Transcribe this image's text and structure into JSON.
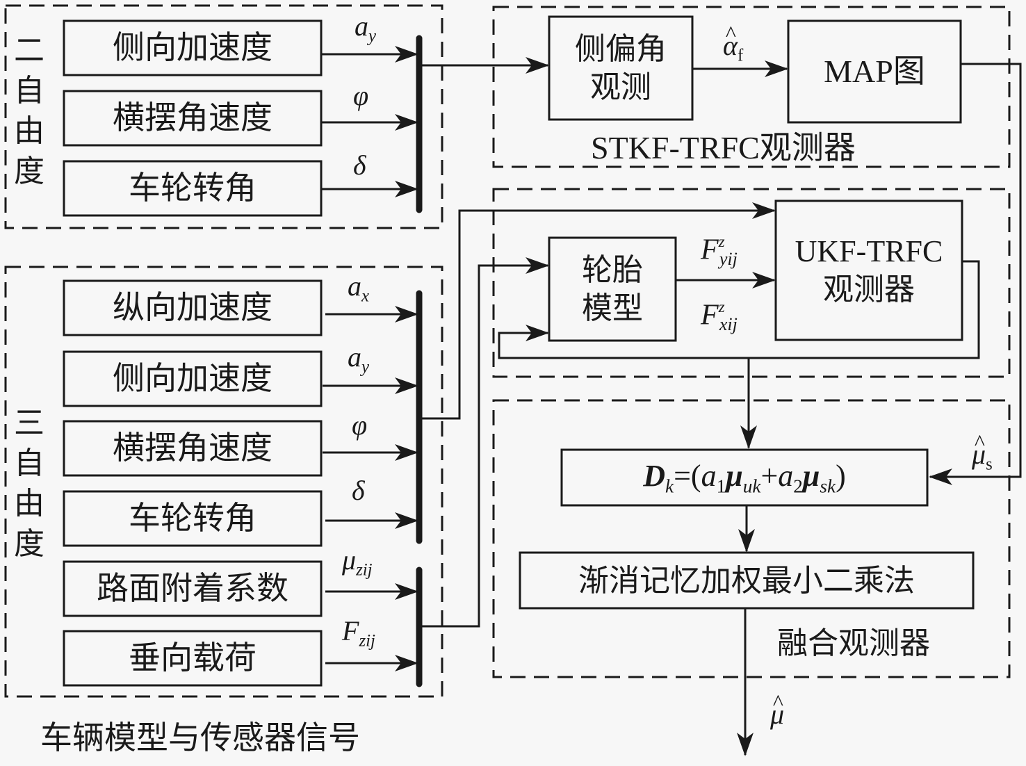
{
  "groups": {
    "two_dof": {
      "label_chars": [
        "二",
        "自",
        "由",
        "度"
      ]
    },
    "three_dof": {
      "label_chars": [
        "三",
        "自",
        "由",
        "度"
      ]
    },
    "vehicle_caption": "车辆模型与传感器信号",
    "stkf_caption": "STKF-TRFC观测器",
    "fusion_caption": "融合观测器"
  },
  "two_dof_blocks": [
    {
      "label": "侧向加速度",
      "signal": "a",
      "signal_sub": "y"
    },
    {
      "label": "横摆角速度",
      "signal": "φ",
      "signal_sub": ""
    },
    {
      "label": "车轮转角",
      "signal": "δ",
      "signal_sub": ""
    }
  ],
  "three_dof_blocks": [
    {
      "label": "纵向加速度",
      "signal": "a",
      "signal_sub": "x"
    },
    {
      "label": "侧向加速度",
      "signal": "a",
      "signal_sub": "y"
    },
    {
      "label": "横摆角速度",
      "signal": "φ",
      "signal_sub": ""
    },
    {
      "label": "车轮转角",
      "signal": "δ",
      "signal_sub": ""
    },
    {
      "label": "路面附着系数",
      "signal": "μ",
      "signal_sub": "zij"
    },
    {
      "label": "垂向载荷",
      "signal": "F",
      "signal_sub": "zij"
    }
  ],
  "stkf": {
    "slip_block": {
      "line1": "侧偏角",
      "line2": "观测"
    },
    "slip_output": {
      "symbol": "α",
      "sub": "f"
    },
    "map_block": "MAP图"
  },
  "ukf": {
    "tire_block": {
      "line1": "轮胎",
      "line2": "模型"
    },
    "fy": {
      "symbol": "F",
      "sup": "z",
      "sub": "yij"
    },
    "fx": {
      "symbol": "F",
      "sup": "z",
      "sub": "xij"
    },
    "ukf_block": {
      "line1": "UKF-TRFC",
      "line2": "观测器"
    }
  },
  "fusion": {
    "formula": {
      "D": "D",
      "k": "k",
      "eq": "=(",
      "a1": "a",
      "one": "1",
      "mu1": "μ",
      "uk": "uk",
      "plus": "+",
      "a2": "a",
      "two": "2",
      "mu2": "μ",
      "sk": "sk",
      "close": ")"
    },
    "mu_s": {
      "symbol": "μ",
      "sub": "s"
    },
    "ls_block": "渐消记忆加权最小二乘法",
    "output": {
      "symbol": "μ"
    }
  }
}
